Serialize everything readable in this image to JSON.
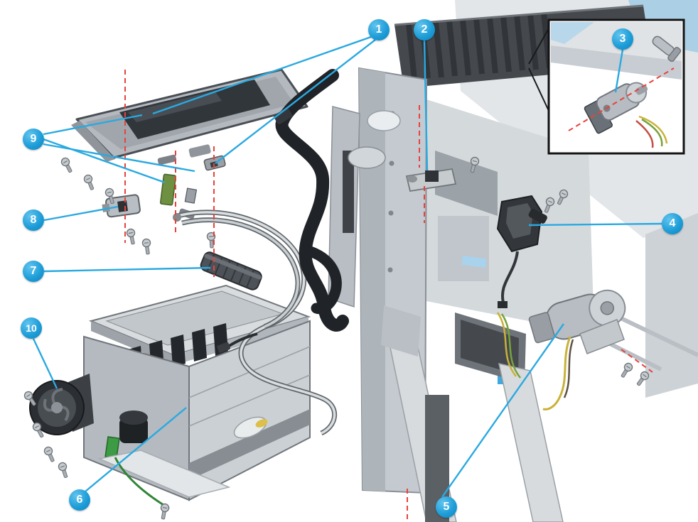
{
  "figure": {
    "kind": "exploded-parts-diagram",
    "callouts": [
      {
        "label": "1"
      },
      {
        "label": "2"
      },
      {
        "label": "3"
      },
      {
        "label": "4"
      },
      {
        "label": "5"
      },
      {
        "label": "6"
      },
      {
        "label": "7"
      },
      {
        "label": "8"
      },
      {
        "label": "9"
      },
      {
        "label": "10"
      }
    ],
    "colors": {
      "background": "#ffffff",
      "callout_blue": "#1e9ed9",
      "leader_blue": "#2aa9e1",
      "alignment_red": "#e8423d"
    }
  }
}
